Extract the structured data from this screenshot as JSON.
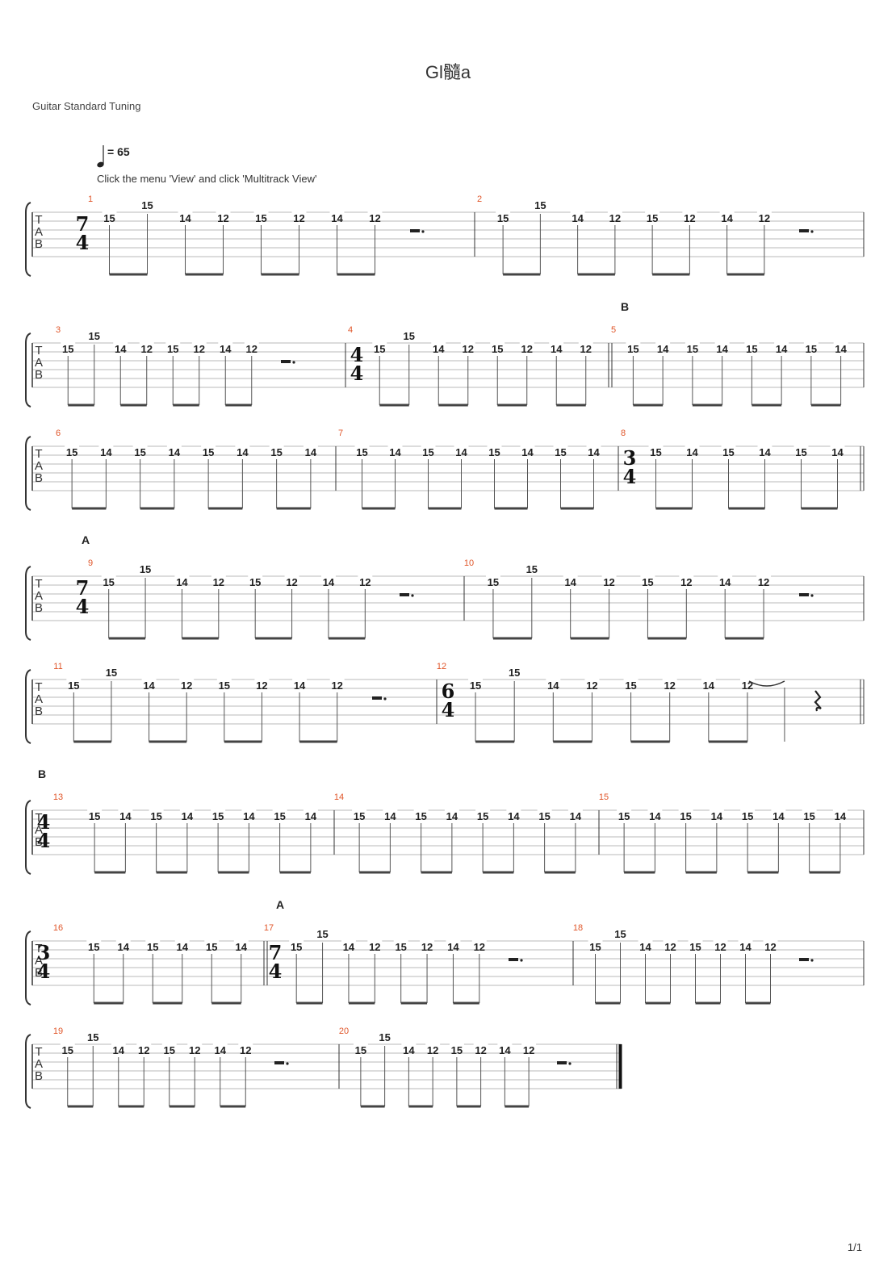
{
  "title": "Gl髓a",
  "tuning": "Guitar Standard Tuning",
  "tempo": {
    "bpm_label": "= 65",
    "note_icon": "quarter-note-icon",
    "hint": "Click the menu 'View' and click 'Multitrack View'"
  },
  "tab_letters": [
    "T",
    "A",
    "B"
  ],
  "page_number": "1/1",
  "colors": {
    "measure_number": "#e0562a",
    "staff_line": "#bbbbbb",
    "ink": "#222222"
  },
  "systems": [
    {
      "measures": [
        {
          "num": "1",
          "ts": [
            "7",
            "4"
          ],
          "pattern": "a"
        },
        {
          "num": "2",
          "pattern": "a"
        }
      ]
    },
    {
      "measures": [
        {
          "num": "3",
          "pattern": "a"
        },
        {
          "num": "4",
          "ts": [
            "4",
            "4"
          ],
          "pattern": "b"
        },
        {
          "num": "5",
          "section": "B",
          "repeat_start": true,
          "pattern": "c"
        }
      ]
    },
    {
      "measures": [
        {
          "num": "6",
          "pattern": "c"
        },
        {
          "num": "7",
          "pattern": "c"
        },
        {
          "num": "8",
          "ts": [
            "3",
            "4"
          ],
          "pattern": "d",
          "double_bar_end": true
        }
      ]
    },
    {
      "section": "A",
      "measures": [
        {
          "num": "9",
          "ts": [
            "7",
            "4"
          ],
          "pattern": "a"
        },
        {
          "num": "10",
          "pattern": "a"
        }
      ]
    },
    {
      "measures": [
        {
          "num": "11",
          "pattern": "a"
        },
        {
          "num": "12",
          "ts": [
            "6",
            "4"
          ],
          "pattern": "e",
          "double_bar_end": true
        }
      ]
    },
    {
      "section": "B",
      "measures": [
        {
          "num": "13",
          "ts": [
            "4",
            "4"
          ],
          "pattern": "c"
        },
        {
          "num": "14",
          "pattern": "c"
        },
        {
          "num": "15",
          "pattern": "c"
        }
      ]
    },
    {
      "measures": [
        {
          "num": "16",
          "ts": [
            "3",
            "4"
          ],
          "pattern": "d"
        },
        {
          "num": "17",
          "section": "A",
          "ts": [
            "7",
            "4"
          ],
          "repeat_start": true,
          "pattern": "a"
        },
        {
          "num": "18",
          "pattern": "a"
        }
      ]
    },
    {
      "measures": [
        {
          "num": "19",
          "pattern": "a"
        },
        {
          "num": "20",
          "pattern": "a",
          "final_bar": true
        }
      ]
    }
  ],
  "patterns": {
    "a": {
      "notes": [
        [
          "15",
          "low"
        ],
        [
          "15",
          "high"
        ],
        [
          "14",
          "low"
        ],
        [
          "12",
          "low"
        ],
        [
          "15",
          "low"
        ],
        [
          "12",
          "low"
        ],
        [
          "14",
          "low"
        ],
        [
          "12",
          "low"
        ]
      ],
      "rest": "dotted-half-rest"
    },
    "b": {
      "notes": [
        [
          "15",
          "low"
        ],
        [
          "15",
          "high"
        ],
        [
          "14",
          "low"
        ],
        [
          "12",
          "low"
        ],
        [
          "15",
          "low"
        ],
        [
          "12",
          "low"
        ],
        [
          "14",
          "low"
        ],
        [
          "12",
          "low"
        ]
      ]
    },
    "c": {
      "notes": [
        [
          "15",
          "low"
        ],
        [
          "14",
          "low"
        ],
        [
          "15",
          "low"
        ],
        [
          "14",
          "low"
        ],
        [
          "15",
          "low"
        ],
        [
          "14",
          "low"
        ],
        [
          "15",
          "low"
        ],
        [
          "14",
          "low"
        ]
      ]
    },
    "d": {
      "notes": [
        [
          "15",
          "low"
        ],
        [
          "14",
          "low"
        ],
        [
          "15",
          "low"
        ],
        [
          "14",
          "low"
        ],
        [
          "15",
          "low"
        ],
        [
          "14",
          "low"
        ]
      ]
    },
    "e": {
      "notes": [
        [
          "15",
          "low"
        ],
        [
          "15",
          "high"
        ],
        [
          "14",
          "low"
        ],
        [
          "12",
          "low"
        ],
        [
          "15",
          "low"
        ],
        [
          "12",
          "low"
        ],
        [
          "14",
          "low"
        ],
        [
          "12",
          "low"
        ]
      ],
      "tie_to_next": true,
      "rest": "quarter-rest"
    }
  }
}
